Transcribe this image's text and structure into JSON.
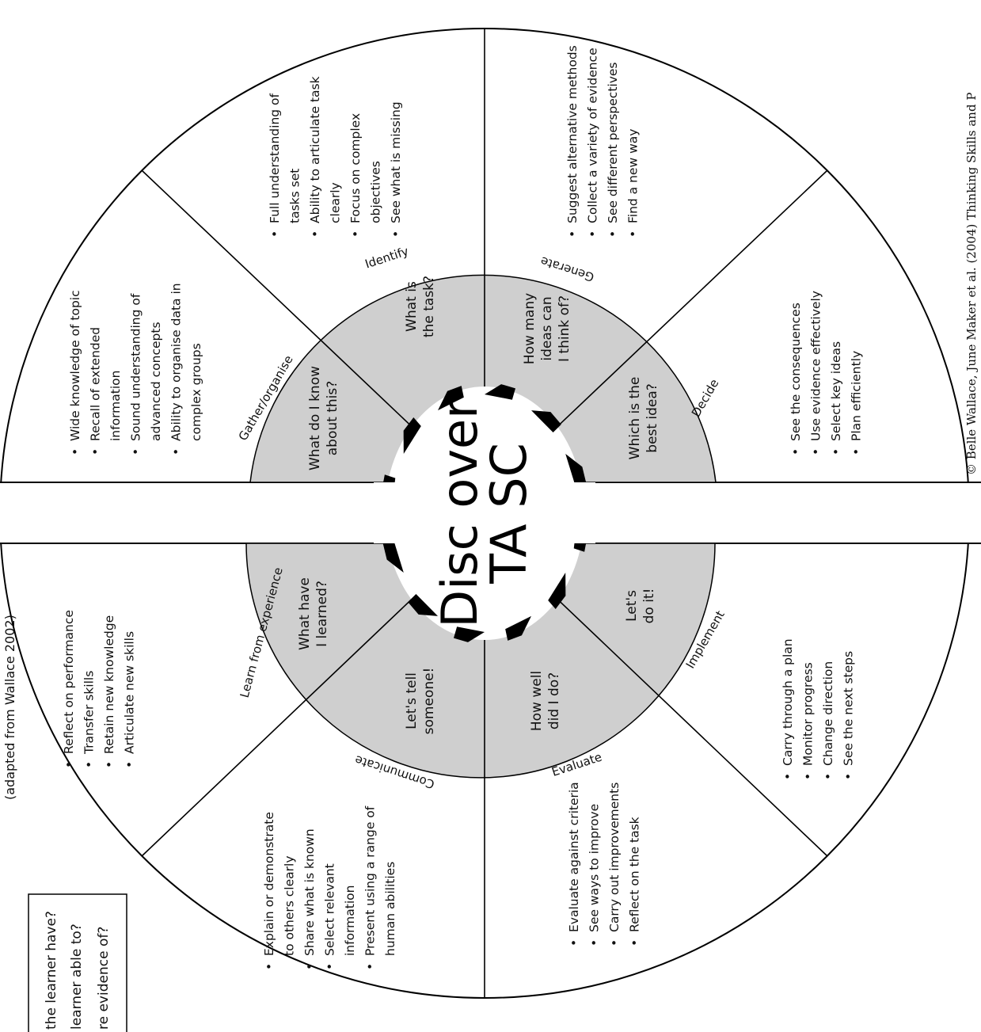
{
  "hub": {
    "line1": "Disc over",
    "line2": "TA SC"
  },
  "credit": "© Belle Wallace, June Maker et al. (2004) Thinking Skills and P",
  "header_fragment": "(adapted from Wallace 2002)",
  "box": {
    "lines": [
      "the learner have?",
      "learner able to?",
      "re evidence of?"
    ]
  },
  "segments": [
    {
      "id": "gather",
      "stage": "Gather/organise",
      "question": [
        "What do I know",
        "about this?"
      ],
      "bullets": [
        [
          "Wide knowledge of topic"
        ],
        [
          "Recall of extended",
          "information"
        ],
        [
          "Sound understanding of",
          "advanced concepts"
        ],
        [
          "Ability to organise data in",
          "complex groups"
        ]
      ]
    },
    {
      "id": "identify",
      "stage": "Identify",
      "question": [
        "What is",
        "the task?"
      ],
      "bullets": [
        [
          "Full understanding of",
          "tasks set"
        ],
        [
          "Ability to articulate task",
          "clearly"
        ],
        [
          "Focus on complex",
          "objectives"
        ],
        [
          "See what is missing"
        ]
      ]
    },
    {
      "id": "generate",
      "stage": "Generate",
      "question": [
        "How many",
        "ideas can",
        "I think of?"
      ],
      "bullets": [
        [
          "Suggest alternative methods"
        ],
        [
          "Collect a variety of evidence"
        ],
        [
          "See different perspectives"
        ],
        [
          "Find a new way"
        ]
      ]
    },
    {
      "id": "decide",
      "stage": "Decide",
      "question": [
        "Which is the",
        "best idea?"
      ],
      "bullets": [
        [
          "See the consequences"
        ],
        [
          "Use evidence effectively"
        ],
        [
          "Select key ideas"
        ],
        [
          "Plan efficiently"
        ]
      ]
    },
    {
      "id": "implement",
      "stage": "Implement",
      "question": [
        "Let's",
        "do it!"
      ],
      "bullets": [
        [
          "Carry through a plan"
        ],
        [
          "Monitor progress"
        ],
        [
          "Change direction"
        ],
        [
          "See the next steps"
        ]
      ]
    },
    {
      "id": "evaluate",
      "stage": "Evaluate",
      "question": [
        "How well",
        "did I do?"
      ],
      "bullets": [
        [
          "Evaluate against criteria"
        ],
        [
          "See ways to improve"
        ],
        [
          "Carry out improvements"
        ],
        [
          "Reflect on the task"
        ]
      ]
    },
    {
      "id": "communicate",
      "stage": "Communicate",
      "question": [
        "Let's tell",
        "someone!"
      ],
      "bullets": [
        [
          "Explain or demonstrate",
          "to others clearly"
        ],
        [
          "Share what is known"
        ],
        [
          "Select relevant",
          "information"
        ],
        [
          "Present using a range of",
          "human abilities"
        ]
      ]
    },
    {
      "id": "learn",
      "stage": "Learn from experience",
      "question": [
        "What have",
        "I learned?"
      ],
      "bullets": [
        [
          "Reflect on performance"
        ],
        [
          "Transfer skills"
        ],
        [
          "Retain new knowledge"
        ],
        [
          "Articulate new skills"
        ]
      ]
    }
  ]
}
